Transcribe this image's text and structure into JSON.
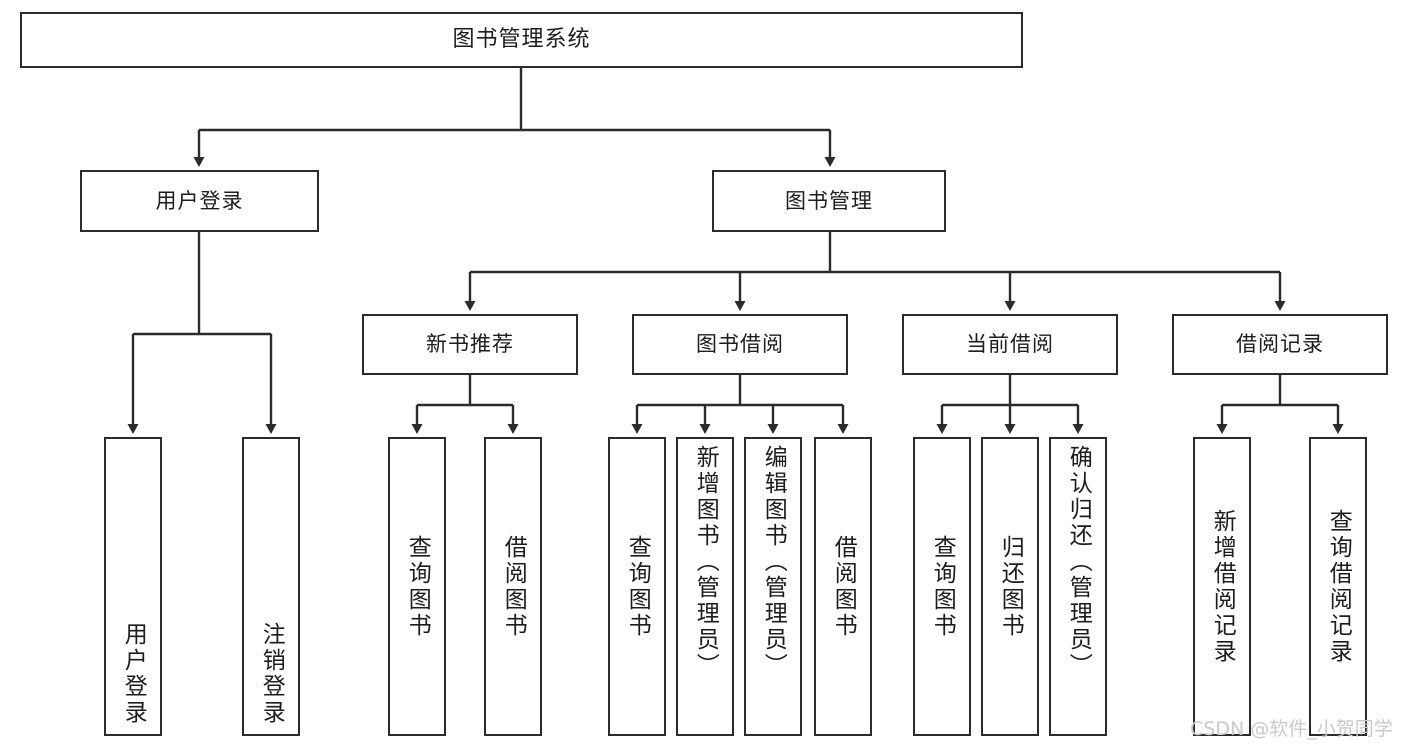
{
  "diagram": {
    "title": "图书管理系统",
    "type": "hierarchy-tree",
    "root": {
      "label": "图书管理系统"
    },
    "level1": [
      {
        "label": "用户登录"
      },
      {
        "label": "图书管理"
      }
    ],
    "level2": [
      {
        "label": "新书推荐"
      },
      {
        "label": "图书借阅"
      },
      {
        "label": "当前借阅"
      },
      {
        "label": "借阅记录"
      }
    ],
    "leaves": {
      "user_login": [
        {
          "label": "用户登录"
        },
        {
          "label": "注销登录"
        }
      ],
      "new_book_recommend": [
        {
          "label": "查询图书"
        },
        {
          "label": "借阅图书"
        }
      ],
      "book_borrow": [
        {
          "label": "查询图书"
        },
        {
          "label": "新增图书（管理员）"
        },
        {
          "label": "编辑图书（管理员）"
        },
        {
          "label": "借阅图书"
        }
      ],
      "current_borrow": [
        {
          "label": "查询图书"
        },
        {
          "label": "归还图书"
        },
        {
          "label": "确认归还（管理员）"
        }
      ],
      "borrow_record": [
        {
          "label": "新增借阅记录"
        },
        {
          "label": "查询借阅记录"
        }
      ]
    }
  },
  "watermark": {
    "text": "CSDN @软件_小贺同学",
    "color": "#c9c9c9"
  },
  "style": {
    "line_color": "#2b2b2b",
    "box_fill": "#ffffff",
    "text_color": "#1d1d1d",
    "background": "#ffffff"
  }
}
